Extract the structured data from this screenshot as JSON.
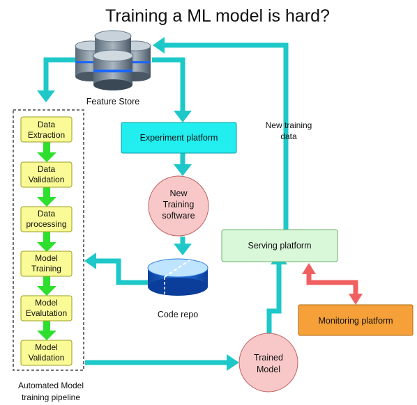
{
  "title": "Training a ML model is hard?",
  "feature_store": {
    "label": "Feature Store"
  },
  "pipeline": {
    "caption_line1": "Automated Model",
    "caption_line2": "training pipeline",
    "steps": [
      {
        "line1": "Data",
        "line2": "Extraction"
      },
      {
        "line1": "Data",
        "line2": "Validation"
      },
      {
        "line1": "Data",
        "line2": "processing"
      },
      {
        "line1": "Model",
        "line2": "Training"
      },
      {
        "line1": "Model",
        "line2": "Evalutation"
      },
      {
        "line1": "Model",
        "line2": "Validation"
      }
    ]
  },
  "experiment_platform": {
    "label": "Experiment platform"
  },
  "new_training_software": {
    "line1": "New",
    "line2": "Training",
    "line3": "software"
  },
  "code_repo": {
    "label": "Code repo"
  },
  "serving_platform": {
    "label": "Serving platform"
  },
  "monitoring_platform": {
    "label": "Monitoring platform"
  },
  "trained_model": {
    "line1": "Trained",
    "line2": "Model"
  },
  "new_training_data": {
    "line1": "New training",
    "line2": "data"
  },
  "colors": {
    "teal_arrow": "#1ec8c8",
    "green_arrow": "#2ee02e",
    "red_arrow": "#f06060",
    "step_fill": "#fafa96",
    "experiment_fill": "#22eef0",
    "serving_fill": "#d9f7d9",
    "monitoring_fill": "#f5a038",
    "circle_fill": "#f8c8c8"
  }
}
